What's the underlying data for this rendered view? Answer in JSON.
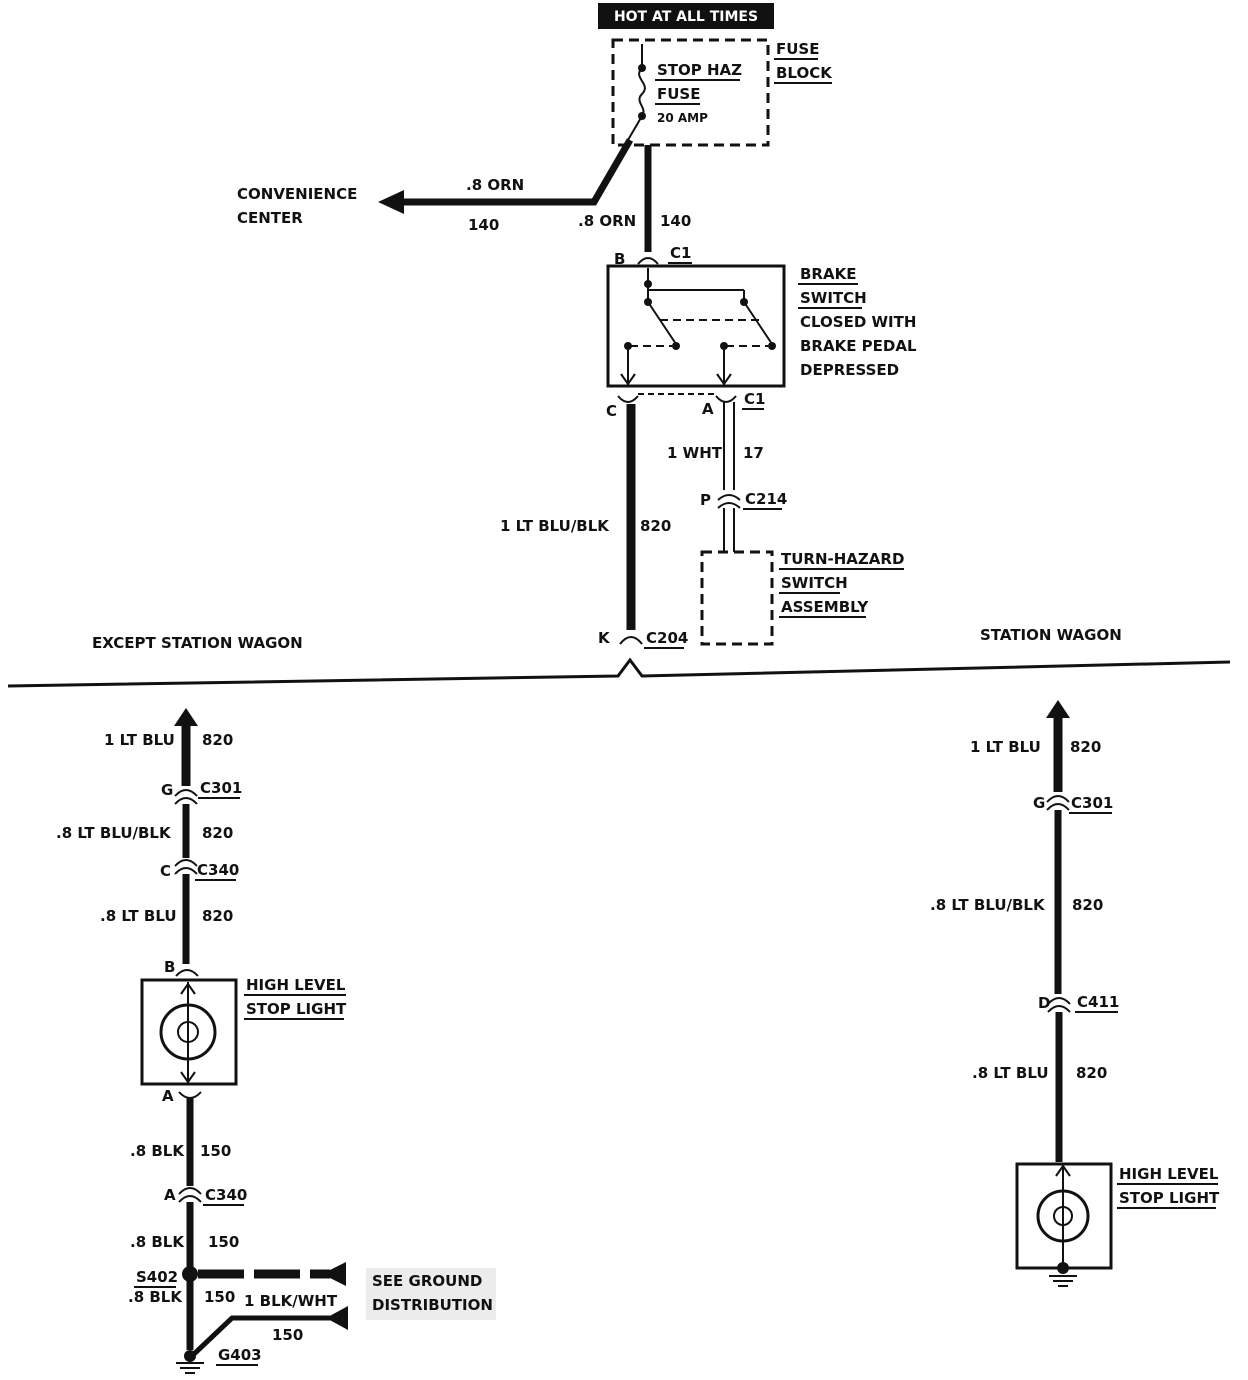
{
  "header": {
    "power_label": "HOT AT ALL TIMES"
  },
  "fuse_block": {
    "title_line1": "FUSE",
    "title_line2": "BLOCK",
    "fuse_name_line1": "STOP HAZ",
    "fuse_name_line2": "FUSE",
    "rating": "20 AMP"
  },
  "convenience": {
    "line1": "CONVENIENCE",
    "line2": "CENTER",
    "wire_gauge": ".8 ORN",
    "circuit": "140"
  },
  "feed_wire": {
    "gauge": ".8 ORN",
    "circuit": "140"
  },
  "brake_switch": {
    "connector": "C1",
    "pin_in": "B",
    "pin_c": "C",
    "pin_a": "A",
    "label_lines": [
      "BRAKE",
      "SWITCH",
      "CLOSED WITH",
      "BRAKE PEDAL",
      "DEPRESSED"
    ]
  },
  "wire_17": {
    "gauge": "1 WHT",
    "circuit": "17"
  },
  "c214": {
    "connector": "C214",
    "pin": "P"
  },
  "turn_hazard": {
    "line1": "TURN-HAZARD",
    "line2": "SWITCH",
    "line3": "ASSEMBLY"
  },
  "wire_820_main": {
    "gauge": "1 LT BLU/BLK",
    "circuit": "820"
  },
  "c204": {
    "connector": "C204",
    "pin": "K"
  },
  "sections": {
    "left": "EXCEPT STATION WAGON",
    "right": "STATION WAGON"
  },
  "left": {
    "w1": {
      "gauge": "1 LT BLU",
      "circuit": "820"
    },
    "c301": {
      "connector": "C301",
      "pin": "G"
    },
    "w2": {
      "gauge": ".8 LT BLU/BLK",
      "circuit": "820"
    },
    "c340a": {
      "connector": "C340",
      "pin": "C"
    },
    "w3": {
      "gauge": ".8 LT BLU",
      "circuit": "820"
    },
    "lamp_pin_top": "B",
    "lamp_line1": "HIGH LEVEL",
    "lamp_line2": "STOP LIGHT",
    "lamp_pin_bottom": "A",
    "w4": {
      "gauge": ".8 BLK",
      "circuit": "150"
    },
    "c340b": {
      "connector": "C340",
      "pin": "A"
    },
    "w5": {
      "gauge": ".8 BLK",
      "circuit": "150"
    },
    "splice": "S402",
    "w6": {
      "gauge": ".8 BLK",
      "circuit": "150"
    },
    "w7": {
      "gauge": "1 BLK/WHT",
      "circuit": "150"
    },
    "see_ground_line1": "SEE GROUND",
    "see_ground_line2": "DISTRIBUTION",
    "ground": "G403"
  },
  "right": {
    "w1": {
      "gauge": "1 LT BLU",
      "circuit": "820"
    },
    "c301": {
      "connector": "C301",
      "pin": "G"
    },
    "w2": {
      "gauge": ".8 LT BLU/BLK",
      "circuit": "820"
    },
    "c411": {
      "connector": "C411",
      "pin": "D"
    },
    "w3": {
      "gauge": ".8 LT BLU",
      "circuit": "820"
    },
    "lamp_line1": "HIGH LEVEL",
    "lamp_line2": "STOP LIGHT"
  }
}
